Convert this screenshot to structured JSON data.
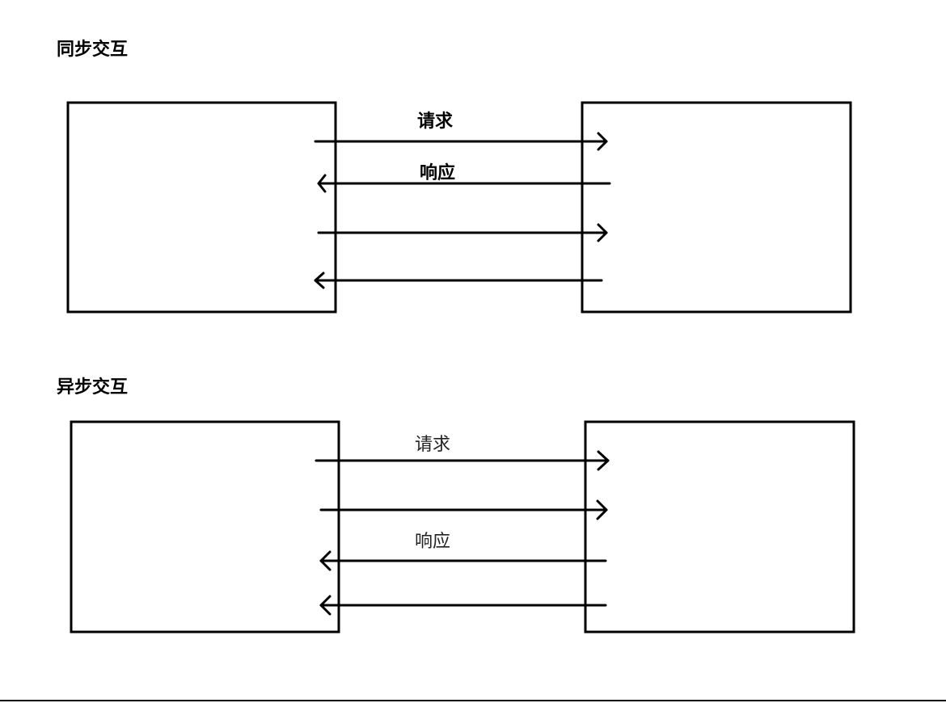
{
  "sync": {
    "heading": "同步交互",
    "label_request": "请求",
    "label_response": "响应"
  },
  "async": {
    "heading": "异步交互",
    "label_request": "请求",
    "label_response": "响应"
  },
  "colors": {
    "stroke": "#000000",
    "label_light": "#222222"
  }
}
